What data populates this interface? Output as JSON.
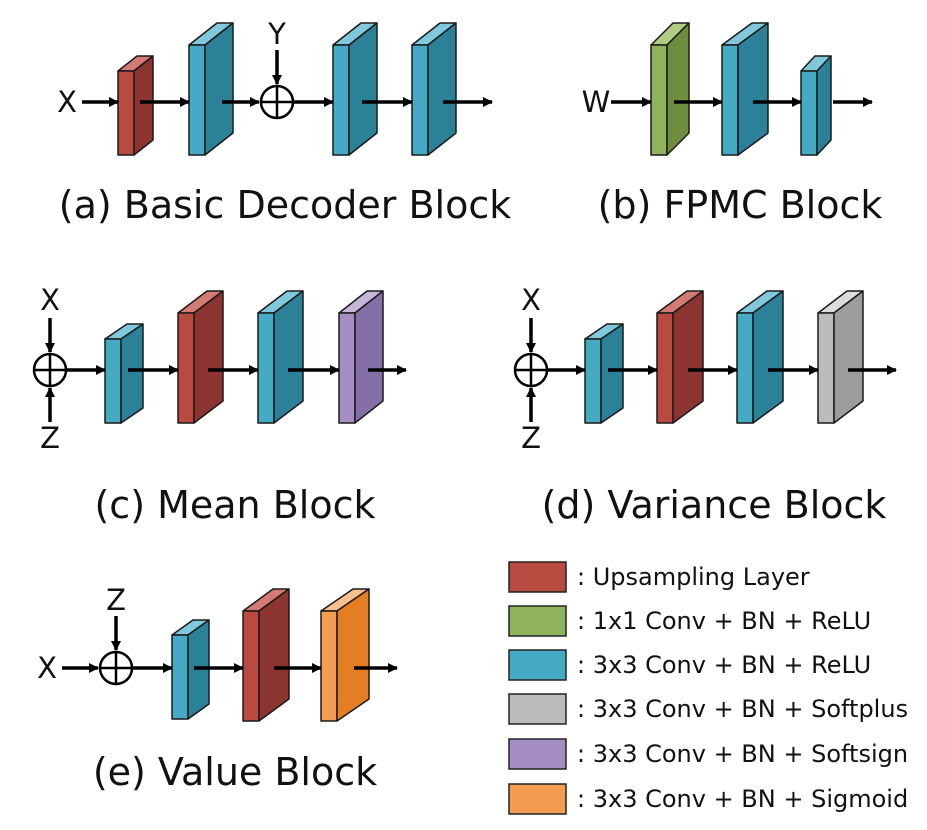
{
  "layer_types": {
    "upsampling": {
      "label": ": Upsampling Layer",
      "front": "#b84a40",
      "side": "#8c3530",
      "top": "#d47a72"
    },
    "conv1x1_relu": {
      "label": ": 1x1 Conv + BN + ReLU",
      "front": "#8fb35a",
      "side": "#6e8e3e",
      "top": "#b1cd85"
    },
    "conv3x3_relu": {
      "label": ": 3x3 Conv + BN + ReLU",
      "front": "#45aac4",
      "side": "#2b8197",
      "top": "#80c8db"
    },
    "conv3x3_softplus": {
      "label": ": 3x3 Conv + BN + Softplus",
      "front": "#bcbcbc",
      "side": "#9c9c9c",
      "top": "#dcdcdc"
    },
    "conv3x3_softsign": {
      "label": ": 3x3 Conv + BN + Softsign",
      "front": "#a48ec2",
      "side": "#8470a6",
      "top": "#c5b5d9"
    },
    "conv3x3_sigmoid": {
      "label": ": 3x3 Conv + BN + Sigmoid",
      "front": "#f39c52",
      "side": "#e57e23",
      "top": "#f8c08f"
    }
  },
  "legend_order": [
    "upsampling",
    "conv1x1_relu",
    "conv3x3_relu",
    "conv3x3_softplus",
    "conv3x3_softsign",
    "conv3x3_sigmoid"
  ],
  "blocks": [
    {
      "id": "a",
      "caption": "(a) Basic Decoder Block",
      "inputs": [
        "X",
        "Y"
      ],
      "layers": [
        "upsampling",
        "conv3x3_relu",
        "conv3x3_relu",
        "conv3x3_relu"
      ]
    },
    {
      "id": "b",
      "caption": "(b) FPMC Block",
      "inputs": [
        "W"
      ],
      "layers": [
        "conv1x1_relu",
        "conv3x3_relu",
        "conv3x3_relu"
      ]
    },
    {
      "id": "c",
      "caption": "(c) Mean Block",
      "inputs": [
        "X",
        "Z"
      ],
      "layers": [
        "conv3x3_relu",
        "upsampling",
        "conv3x3_relu",
        "conv3x3_softsign"
      ]
    },
    {
      "id": "d",
      "caption": "(d) Variance Block",
      "inputs": [
        "X",
        "Z"
      ],
      "layers": [
        "conv3x3_relu",
        "upsampling",
        "conv3x3_relu",
        "conv3x3_softplus"
      ]
    },
    {
      "id": "e",
      "caption": "(e) Value Block",
      "inputs": [
        "X",
        "Z"
      ],
      "layers": [
        "conv3x3_relu",
        "upsampling",
        "conv3x3_sigmoid"
      ]
    }
  ]
}
